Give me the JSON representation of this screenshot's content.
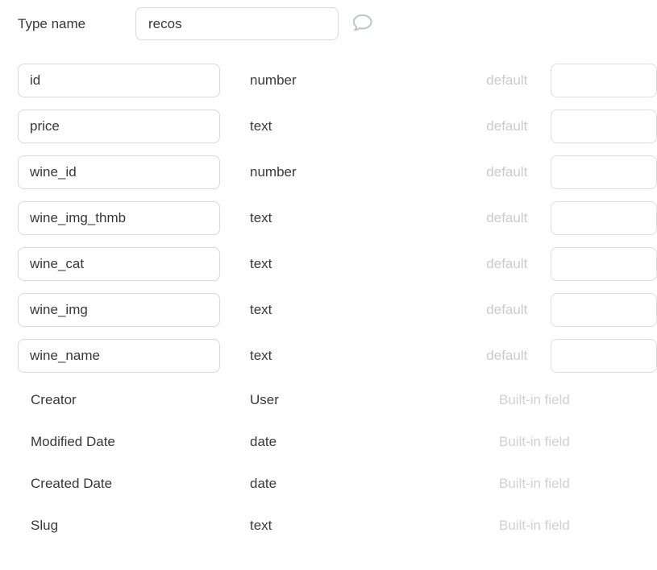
{
  "header": {
    "type_name_label": "Type name",
    "type_name_value": "recos"
  },
  "fields": [
    {
      "name": "id",
      "type": "number",
      "default_label": "default",
      "default_value": ""
    },
    {
      "name": "price",
      "type": "text",
      "default_label": "default",
      "default_value": ""
    },
    {
      "name": "wine_id",
      "type": "number",
      "default_label": "default",
      "default_value": ""
    },
    {
      "name": "wine_img_thmb",
      "type": "text",
      "default_label": "default",
      "default_value": ""
    },
    {
      "name": "wine_cat",
      "type": "text",
      "default_label": "default",
      "default_value": ""
    },
    {
      "name": "wine_img",
      "type": "text",
      "default_label": "default",
      "default_value": ""
    },
    {
      "name": "wine_name",
      "type": "text",
      "default_label": "default",
      "default_value": ""
    }
  ],
  "builtin_fields": [
    {
      "name": "Creator",
      "type": "User",
      "note": "Built-in field"
    },
    {
      "name": "Modified Date",
      "type": "date",
      "note": "Built-in field"
    },
    {
      "name": "Created Date",
      "type": "date",
      "note": "Built-in field"
    },
    {
      "name": "Slug",
      "type": "text",
      "note": "Built-in field"
    }
  ],
  "colors": {
    "background": "#ffffff",
    "border": "#d9d9d9",
    "text": "#383838",
    "muted": "#cbcbcb",
    "icon": "#b7c6d0"
  }
}
